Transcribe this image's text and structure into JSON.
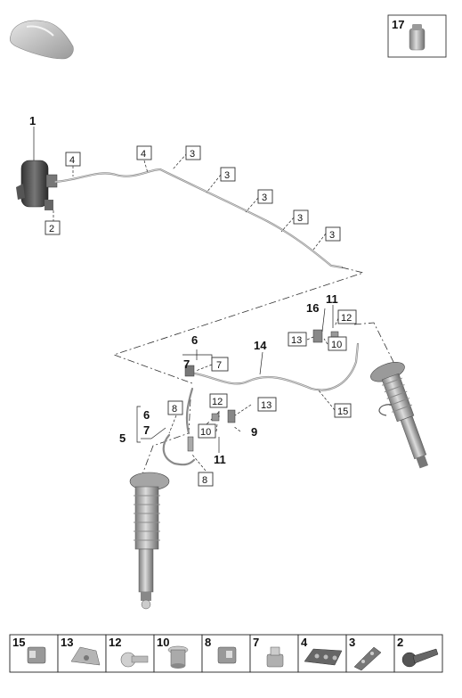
{
  "callouts": {
    "c1": "1",
    "c2": "2",
    "c3a": "3",
    "c3b": "3",
    "c3c": "3",
    "c3d": "3",
    "c3e": "3",
    "c4a": "4",
    "c4b": "4",
    "c5": "5",
    "c6a": "6",
    "c7a": "7",
    "c6b": "6",
    "c7b": "7",
    "c7c": "7",
    "c8a": "8",
    "c8b": "8",
    "c9": "9",
    "c10a": "10",
    "c10b": "10",
    "c11a": "11",
    "c11b": "11",
    "c12a": "12",
    "c12b": "12",
    "c13a": "13",
    "c13b": "13",
    "c14": "14",
    "c15": "15",
    "c16": "16",
    "c17": "17"
  },
  "parts_strip": [
    "15",
    "13",
    "12",
    "10",
    "8",
    "7",
    "4",
    "3",
    "2"
  ]
}
